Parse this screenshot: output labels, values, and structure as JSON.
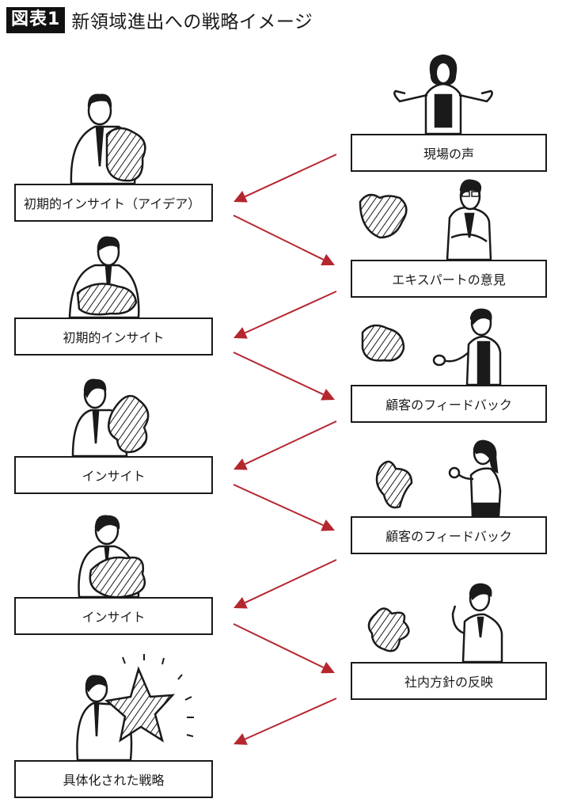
{
  "title": {
    "badge": "図表1",
    "text": "新領域進出への戦略イメージ"
  },
  "colors": {
    "arrow": "#b5262e",
    "ink": "#1a1a1a",
    "badge_bg": "#111111"
  },
  "left_steps": [
    {
      "label": "初期的インサイト（アイデア）",
      "figure": "man-holding-blob"
    },
    {
      "label": "初期的インサイト",
      "figure": "man-holding-blob"
    },
    {
      "label": "インサイト",
      "figure": "man-holding-blob"
    },
    {
      "label": "インサイト",
      "figure": "man-holding-blob"
    },
    {
      "label": "具体化された戦略",
      "figure": "man-holding-star"
    }
  ],
  "right_steps": [
    {
      "label": "現場の声",
      "figure": "woman-shrugging"
    },
    {
      "label": "エキスパートの意見",
      "figure": "expert-arms-crossed"
    },
    {
      "label": "顧客のフィードバック",
      "figure": "customer-gesturing"
    },
    {
      "label": "顧客のフィードバック",
      "figure": "customer-gesturing"
    },
    {
      "label": "社内方針の反映",
      "figure": "manager-pointing"
    }
  ],
  "flow": [
    "現場の声 → 初期的インサイト（アイデア）",
    "初期的インサイト（アイデア） → エキスパートの意見",
    "エキスパートの意見 → 初期的インサイト",
    "初期的インサイト → 顧客のフィードバック",
    "顧客のフィードバック → インサイト",
    "インサイト → 顧客のフィードバック",
    "顧客のフィードバック → インサイト",
    "インサイト → 社内方針の反映",
    "社内方針の反映 → 具体化された戦略"
  ]
}
